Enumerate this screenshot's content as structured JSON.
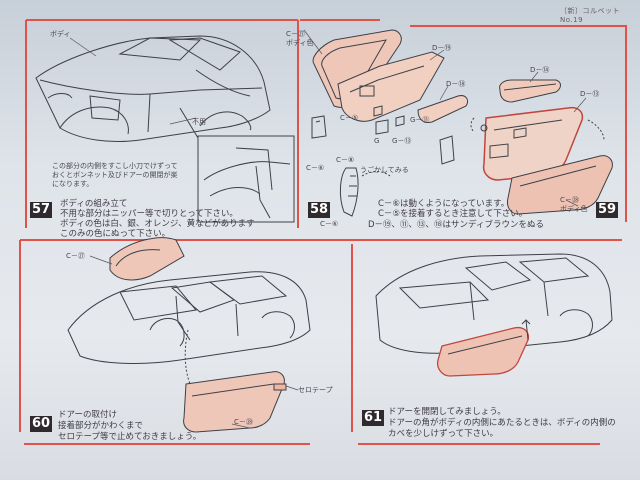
{
  "header": {
    "page_label": "〔新〕コルベット No.19"
  },
  "step57": {
    "number": "57",
    "note_lines": [
      "この部分の内側をすこし小刀でけずって",
      "おくとボンネット及びドアーの開閉が楽",
      "になります。"
    ],
    "instruction_lines": [
      "ボディの組み立て",
      "不用な部分はニッパー等で切りとって下さい。",
      "ボディの色は白、銀、オレンジ、黄などがあります",
      "このみの色にぬって下さい。"
    ],
    "labels": {
      "body": "ボディ",
      "unused": "不用"
    }
  },
  "step58": {
    "number": "58",
    "labels": {
      "c27": "C－㉗",
      "body_color": "ボディ色",
      "d59": "D－⑲",
      "d58": "D－⑱",
      "c5": "C－⑤",
      "c8": "C－⑧",
      "c6": "C－⑥",
      "g": "G",
      "g13": "G－⑬",
      "g11": "G－⑪",
      "rotate": "うごかしてみる",
      "c6_bottom": "C－⑥"
    },
    "instruction_lines": [
      "C－⑥は動くようになっています。",
      "C－⑤を接着するとき注意して下さい。",
      "D－⑲、⑪、⑬、⑱はサンディブラウンをぬる"
    ]
  },
  "step59": {
    "number": "59",
    "labels": {
      "d14": "D－⑭",
      "d13": "D－⑬",
      "c28": "C－㉘",
      "body_color": "ボディ色"
    }
  },
  "step60": {
    "number": "60",
    "labels": {
      "c27": "C－㉗",
      "tape": "セロテープ",
      "c28": "C－㉘"
    },
    "instruction_lines": [
      "ドアーの取付け",
      "接着部分がかわくまで",
      "セロテープ等で止めておきましょう。"
    ]
  },
  "step61": {
    "number": "61",
    "instruction_lines": [
      "ドアーを開閉してみましょう。",
      "ドアーの角がボディの内側にあたるときは、ボディの内側の",
      "カベを少しけずって下さい。"
    ]
  }
}
